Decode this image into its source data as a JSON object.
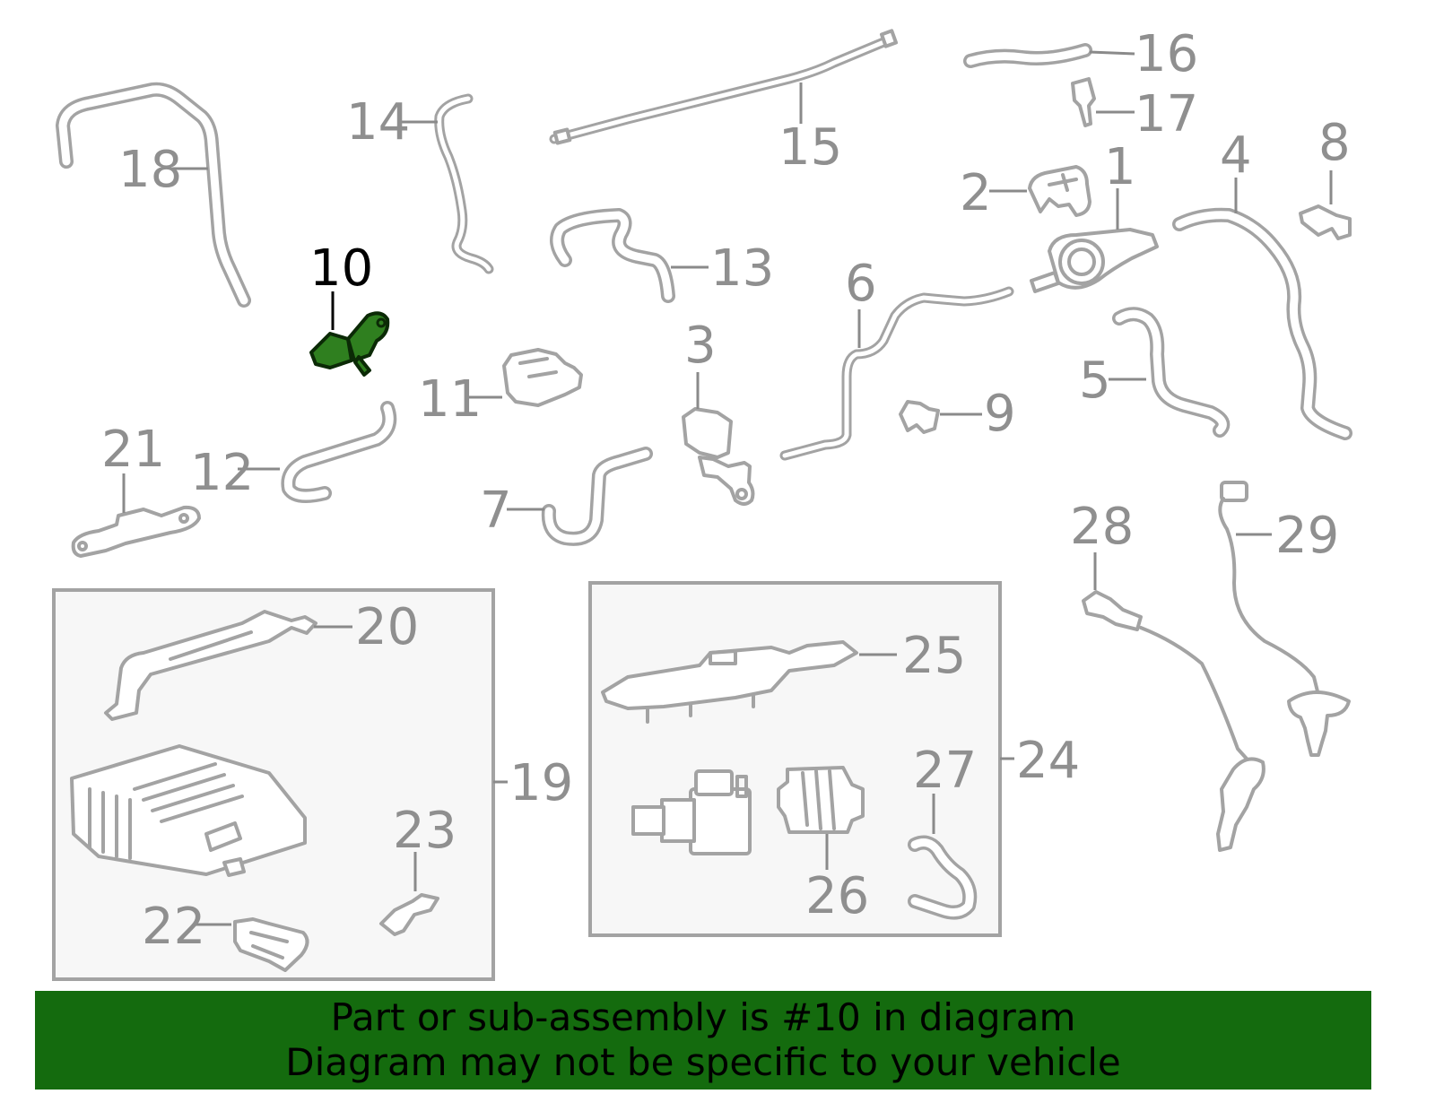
{
  "callouts": {
    "c1": "1",
    "c2": "2",
    "c3": "3",
    "c4": "4",
    "c5": "5",
    "c6": "6",
    "c7": "7",
    "c8": "8",
    "c9": "9",
    "c10": "10",
    "c11": "11",
    "c12": "12",
    "c13": "13",
    "c14": "14",
    "c15": "15",
    "c16": "16",
    "c17": "17",
    "c18": "18",
    "c19": "19",
    "c20": "20",
    "c21": "21",
    "c22": "22",
    "c23": "23",
    "c24": "24",
    "c25": "25",
    "c26": "26",
    "c27": "27",
    "c28": "28",
    "c29": "29"
  },
  "highlighted_part": "10",
  "colors": {
    "highlight_part": "#2f7f1f",
    "banner_background": "#146b0e",
    "line_art": "#a3a3a3",
    "callout_text": "#8f8f8f"
  },
  "banner": {
    "line1": "Part or sub-assembly is #10 in diagram",
    "line2": "Diagram may not be specific to your vehicle"
  }
}
